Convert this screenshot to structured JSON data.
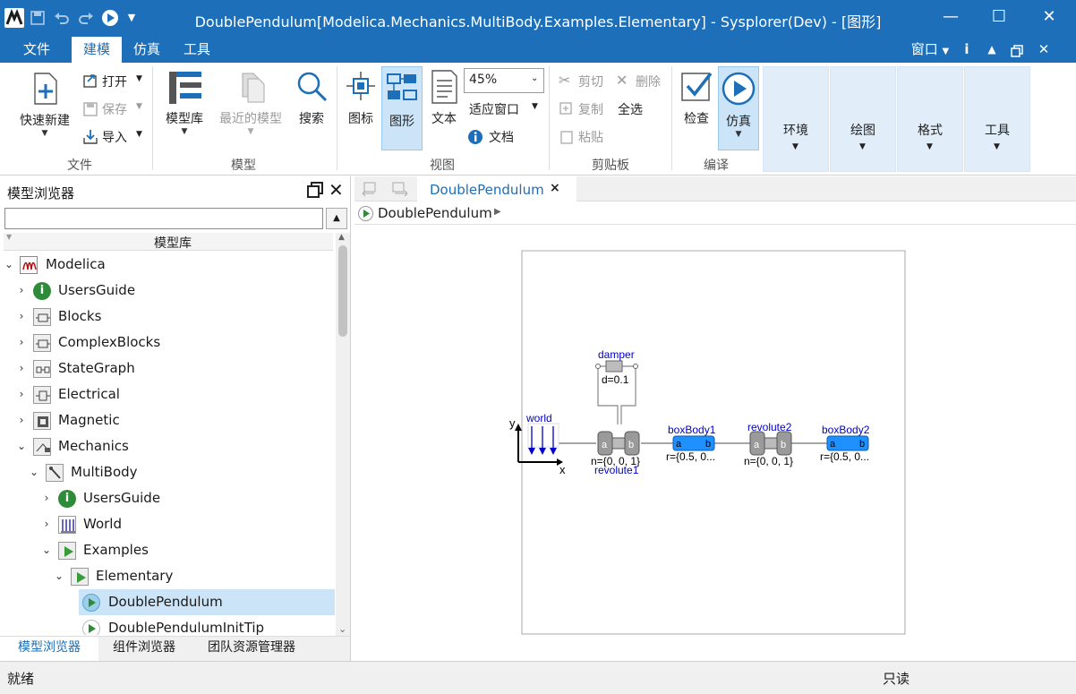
{
  "window": {
    "title": "DoublePendulum[Modelica.Mechanics.MultiBody.Examples.Elementary] - Sysplorer(Dev) - [图形]",
    "minimize_glyph": "—",
    "maximize_glyph": "☐",
    "close_glyph": "✕"
  },
  "menu": {
    "tabs": [
      "文件",
      "建模",
      "仿真",
      "工具"
    ],
    "right": {
      "window_label": "窗口",
      "info_glyph": "i"
    }
  },
  "ribbon": {
    "file_group": {
      "label": "文件",
      "new_label": "快速新建",
      "open_label": "打开",
      "save_label": "保存",
      "import_label": "导入"
    },
    "model_group": {
      "label": "模型",
      "library_label": "模型库",
      "recent_label": "最近的模型",
      "search_label": "搜索"
    },
    "view_group": {
      "label": "视图",
      "icon_label": "图标",
      "diagram_label": "图形",
      "text_label": "文本",
      "zoom_value": "45%",
      "fit_label": "适应窗口",
      "doc_label": "文档"
    },
    "clipboard_group": {
      "label": "剪贴板",
      "cut_label": "剪切",
      "delete_label": "删除",
      "copy_label": "复制",
      "select_all_label": "全选",
      "paste_label": "粘贴"
    },
    "compile_group": {
      "label": "编译",
      "check_label": "检查",
      "simulate_label": "仿真"
    },
    "panels": [
      "环境",
      "绘图",
      "格式",
      "工具"
    ]
  },
  "browser": {
    "title": "模型浏览器",
    "search_value": "",
    "section_label": "模型库",
    "tree": [
      {
        "label": "Modelica",
        "icon": "modelica-icon",
        "arrow": "expanded"
      },
      {
        "label": "UsersGuide",
        "icon": "info-icon",
        "arrow": "collapsed"
      },
      {
        "label": "Blocks",
        "icon": "package-icon",
        "arrow": "collapsed"
      },
      {
        "label": "ComplexBlocks",
        "icon": "package-icon",
        "arrow": "collapsed"
      },
      {
        "label": "StateGraph",
        "icon": "stategraph-icon",
        "arrow": "collapsed"
      },
      {
        "label": "Electrical",
        "icon": "electrical-icon",
        "arrow": "collapsed"
      },
      {
        "label": "Magnetic",
        "icon": "magnetic-icon",
        "arrow": "collapsed"
      },
      {
        "label": "Mechanics",
        "icon": "mechanics-icon",
        "arrow": "expanded"
      },
      {
        "label": "MultiBody",
        "icon": "multibody-icon",
        "arrow": "expanded"
      },
      {
        "label": "UsersGuide",
        "icon": "info-icon",
        "arrow": "collapsed"
      },
      {
        "label": "World",
        "icon": "world-icon",
        "arrow": "collapsed"
      },
      {
        "label": "Examples",
        "icon": "example-icon",
        "arrow": "expanded"
      },
      {
        "label": "Elementary",
        "icon": "example-icon",
        "arrow": "expanded"
      },
      {
        "label": "DoublePendulum",
        "icon": "play-icon",
        "arrow": "none",
        "selected": true
      },
      {
        "label": "DoublePendulumInitTip",
        "icon": "play-icon",
        "arrow": "none"
      }
    ],
    "bottom_tabs": [
      "模型浏览器",
      "组件浏览器",
      "团队资源管理器"
    ]
  },
  "editor": {
    "tab_label": "DoublePendulum",
    "tab_close_glyph": "×",
    "breadcrumb": "DoublePendulum",
    "diagram": {
      "world_label": "world",
      "axis_y": "y",
      "axis_x": "x",
      "damper_label": "damper",
      "damper_param": "d=0.1",
      "revolute1_label": "revolute1",
      "revolute1_param": "n={0, 0, 1}",
      "boxbody1_label": "boxBody1",
      "boxbody1_param": "r={0.5, 0...",
      "revolute2_label": "revolute2",
      "revolute2_param": "n={0, 0, 1}",
      "boxbody2_label": "boxBody2",
      "boxbody2_param": "r={0.5, 0...",
      "port_a": "a",
      "port_b": "b"
    }
  },
  "status": {
    "left": "就绪",
    "right": "只读"
  },
  "colors": {
    "brand_blue": "#1c6fb8",
    "selection": "#cce4f7",
    "diagram_blue": "#0000cc",
    "body_blue": "#1e90ff"
  }
}
